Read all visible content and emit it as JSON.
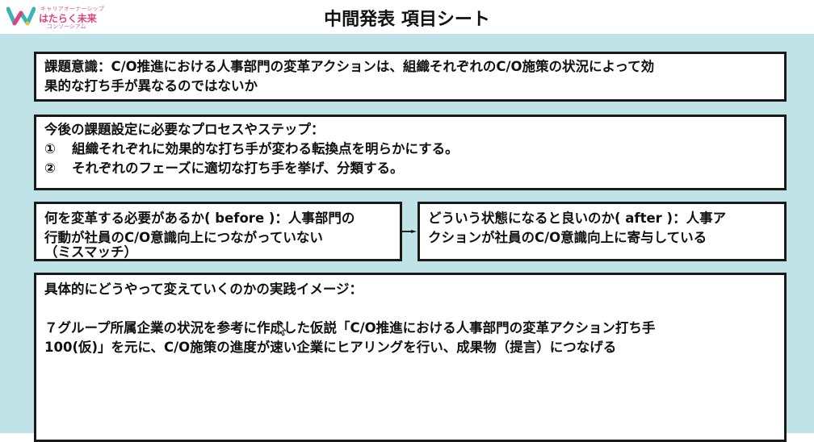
{
  "logo": {
    "small_text": "キャリアオーナーシップ",
    "main_text": "はたらく未来",
    "sub_text": "コンソーシアム"
  },
  "title": "中間発表 項目シート",
  "box1": {
    "line1": "課題意識：C/O推進における人事部門の変革アクションは、組織それぞれのC/O施策の状況によって効",
    "line2": "果的な打ち手が異なるのではないか"
  },
  "box2": {
    "heading": "今後の課題設定に必要なプロセスやステップ：",
    "items": [
      {
        "num": "①",
        "text": "組織それぞれに効果的な打ち手が変わる転換点を明らかにする。"
      },
      {
        "num": "②",
        "text": "それぞれのフェーズに適切な打ち手を挙げ、分類する。"
      }
    ]
  },
  "box3": {
    "line1": "何を変革する必要があるか( before )：人事部門の",
    "line2": "行動が社員のC/O意識向上につながっていない",
    "line3": "（ミスマッチ）"
  },
  "box4": {
    "line1": "どういう状態になると良いのか( after )：人事ア",
    "line2": "クションが社員のC/O意識向上に寄与している"
  },
  "box5": {
    "heading": "具体的にどうやって変えていくのかの実践イメージ：",
    "line1": "７グループ所属企業の状況を参考に作成した仮説「C/O推進における人事部門の変革アクション打ち手",
    "line2": "100(仮)」を元に、C/O施策の進度が速い企業にヒアリングを行い、成果物（提言）につなげる"
  },
  "colors": {
    "slide_background": "#bfe3e6",
    "border": "#1a1a1a",
    "logo_pink": "#e2407e",
    "logo_teal": "#3bb3b7"
  }
}
